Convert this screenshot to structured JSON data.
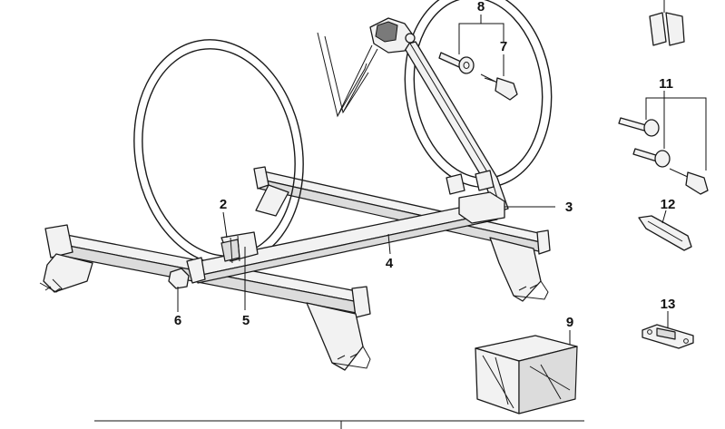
{
  "callouts": [
    {
      "id": "c1",
      "label": "2"
    },
    {
      "id": "c2",
      "label": "3"
    },
    {
      "id": "c3",
      "label": "4"
    },
    {
      "id": "c4",
      "label": "5"
    },
    {
      "id": "c5",
      "label": "6"
    },
    {
      "id": "c6",
      "label": "7"
    },
    {
      "id": "c7",
      "label": "8"
    },
    {
      "id": "c8",
      "label": "9"
    },
    {
      "id": "c9",
      "label": "11"
    },
    {
      "id": "c10",
      "label": "12"
    },
    {
      "id": "c11",
      "label": "13"
    }
  ]
}
